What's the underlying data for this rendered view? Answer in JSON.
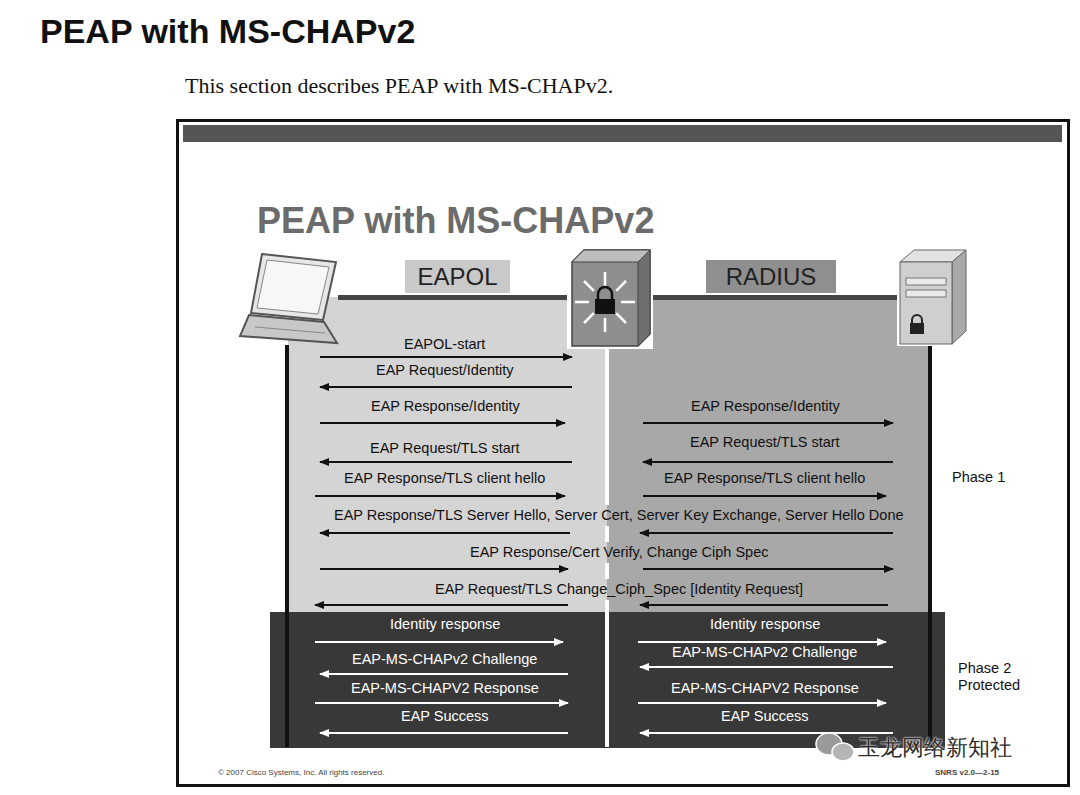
{
  "diagram": {
    "title": "PEAP with MS-CHAPv2",
    "nodes": [
      {
        "text": [
          "PEAP with MS-CHAPv2"
        ]
      },
      {
        "text": [
          "EAPOL"
        ],
        "in": 0
      },
      {
        "text": [
          "RADIUS"
        ],
        "in": 0
      }
    ],
    "labels": [
      "This section describes PEAP with MS-CHAPv2.",
      "EAPOL-start",
      "EAP Request/Identity",
      "EAP Response/Identity",
      "EAP Request/TLS start",
      "EAP Response/TLS client hello",
      "EAP Response/Identity",
      "EAP Request/TLS start",
      "EAP Response/TLS client hello",
      "EAP Response/TLS Server Hello, Server Cert, Server Key Exchange, Server Hello Done",
      "EAP Response/Cert Verify, Change Ciph Spec",
      "EAP Request/TLS Change_Ciph_Spec [Identity Request]",
      "Phase 1",
      "Identity response",
      "EAP-MS-CHAPv2 Challenge",
      "EAP-MS-CHAPV2 Response",
      "EAP Success",
      "Identity response",
      "EAP-MS-CHAPv2 Challenge",
      "EAP-MS-CHAPV2 Response",
      "EAP Success",
      "Phase 2 Protected",
      "© 2007 Cisco Systems, Inc. All rights reserved.",
      "SNRS v2.0—2-15",
      "玉龙网络新知社"
    ]
  }
}
